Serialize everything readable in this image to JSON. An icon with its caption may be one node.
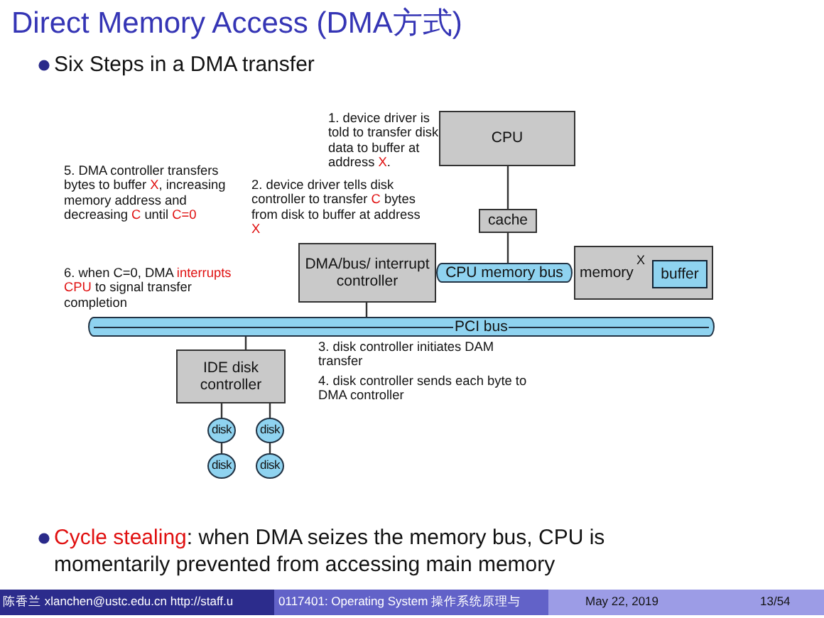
{
  "diagram": {
    "title": "Direct Memory Access (DMA方式)",
    "nodes": [
      {
        "text": [
          "CPU"
        ]
      },
      {
        "text": [
          "cache"
        ]
      },
      {
        "text": [
          "CPU memory bus"
        ]
      },
      {
        "text": [
          "memory"
        ]
      },
      {
        "text": [
          "buffer"
        ],
        "in": 3
      },
      {
        "text": [
          "DMA/bus/ interrupt controller"
        ]
      },
      {
        "text": [
          "PCI bus"
        ]
      },
      {
        "text": [
          "IDE disk controller"
        ]
      },
      {
        "text": [
          "disk"
        ]
      },
      {
        "text": [
          "disk"
        ]
      },
      {
        "text": [
          "disk"
        ]
      },
      {
        "text": [
          "disk"
        ]
      }
    ],
    "edges": [
      {
        "from": 0,
        "to": 1,
        "arrow": "none"
      },
      {
        "from": 1,
        "to": 2,
        "arrow": "none"
      },
      {
        "from": 5,
        "to": 6,
        "arrow": "none"
      },
      {
        "from": 7,
        "to": 6,
        "arrow": "none"
      },
      {
        "from": 7,
        "to": 8,
        "arrow": "none"
      },
      {
        "from": 7,
        "to": 9,
        "arrow": "none"
      },
      {
        "from": 8,
        "to": 10,
        "arrow": "none"
      },
      {
        "from": 9,
        "to": 11,
        "arrow": "none"
      }
    ],
    "labels": [
      "Six Steps in a DMA transfer",
      "1. device driver is told to transfer disk data to buffer at address **X**.",
      "5. DMA controller transfers bytes to buffer **X**, increasing memory address and decreasing **C** until **C=0**",
      "2. device driver tells disk controller to transfer **C** bytes from disk to buffer at address **X**",
      "6. when C=0, DMA **interrupts CPU** to signal transfer completion",
      "X",
      "3. disk controller initiates DAM transfer",
      "4. disk controller sends each byte to DMA controller",
      "**Cycle stealing**: when DMA seizes the memory bus, CPU is momentarily prevented from accessing main memory",
      "陈香兰 xlanchen@ustc.edu.cn http://staff.u",
      "0117401: Operating System 操作系统原理与",
      "May 22, 2019",
      "13/54"
    ]
  }
}
